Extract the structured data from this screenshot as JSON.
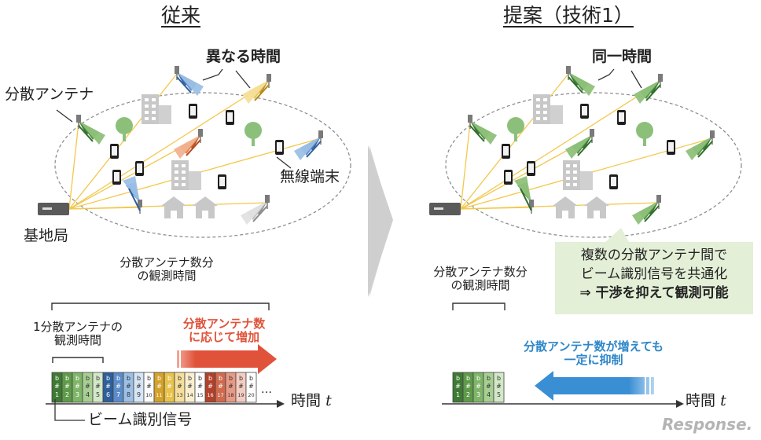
{
  "left": {
    "title": "従来",
    "label_different_time": "異なる時間",
    "label_antenna": "分散アンテナ",
    "label_terminal": "無線端末",
    "label_base": "基地局",
    "obs_total_line1": "分散アンテナ数分",
    "obs_total_line2": "の観測時間",
    "obs_single_line1": "1分散アンテナの",
    "obs_single_line2": "観測時間",
    "increase_line1": "分散アンテナ数",
    "increase_line2": "に応じて増加",
    "beam_signal": "ビーム識別信号",
    "time_label": "時間",
    "time_var": "t",
    "ellipsis": "…",
    "slot_numbers": [
      "1",
      "2",
      "3",
      "4",
      "5",
      "6",
      "7",
      "8",
      "9",
      "10",
      "11",
      "12",
      "13",
      "14",
      "15",
      "16",
      "17",
      "18",
      "19",
      "20"
    ]
  },
  "right": {
    "title": "提案（技術1）",
    "label_same_time": "同一時間",
    "obs_total_line1": "分散アンテナ数分",
    "obs_total_line2": "の観測時間",
    "note_line1": "複数の分散アンテナ間で",
    "note_line2": "ビーム識別信号を共通化",
    "note_line3": "⇒ 干渉を抑えて観測可能",
    "suppress_line1": "分散アンテナ数が増えても",
    "suppress_line2": "一定に抑制",
    "time_label": "時間",
    "time_var": "t",
    "slot_numbers": [
      "1",
      "2",
      "3",
      "4",
      "5"
    ]
  },
  "slot_prefix": "b",
  "slot_hash": "#",
  "watermark": "Response.",
  "colors": {
    "green_dark": "#2f6e2a",
    "green_mid": "#4a8f3c",
    "green_light": "#8fc17a",
    "blue_dark": "#2e5f9a",
    "blue_mid": "#5b8cc9",
    "blue_light": "#9cc0e6",
    "yellow": "#e8c24a",
    "orange": "#e07a3a",
    "red": "#c84a3a",
    "gray": "#bdbdbd",
    "arrow_red": "#e0533a",
    "arrow_blue": "#3a8fd4",
    "line_yellow": "#f2c84b",
    "note_bg": "#e3efd6"
  }
}
